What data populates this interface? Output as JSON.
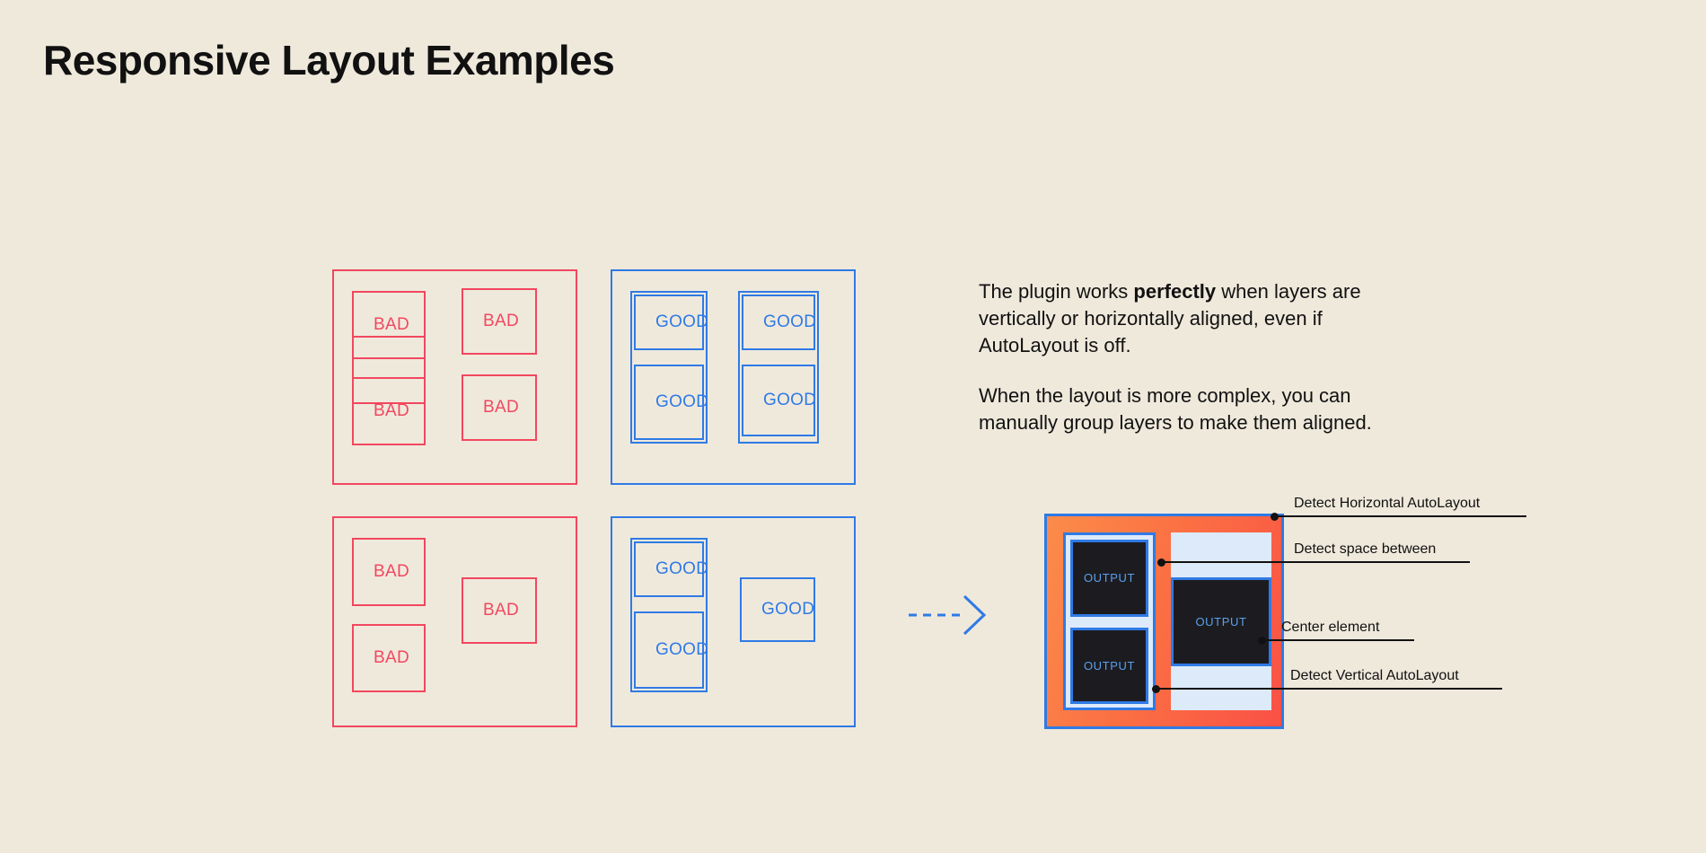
{
  "page": {
    "title": "Responsive Layout Examples",
    "background_color": "#efe9dc",
    "accent_bad_color": "#f2475f",
    "accent_good_color": "#2f7ae5",
    "text_color": "#111111"
  },
  "examples": {
    "bad_label": "BAD",
    "good_label": "GOOD",
    "cards": [
      {
        "id": "bad-grid",
        "kind": "bad",
        "labels": [
          "BAD",
          "BAD",
          "BAD",
          "BAD"
        ]
      },
      {
        "id": "good-grid",
        "kind": "good",
        "labels": [
          "GOOD",
          "GOOD",
          "GOOD",
          "GOOD"
        ]
      },
      {
        "id": "bad-complex",
        "kind": "bad",
        "labels": [
          "BAD",
          "BAD",
          "BAD"
        ]
      },
      {
        "id": "good-complex",
        "kind": "good",
        "labels": [
          "GOOD",
          "GOOD",
          "GOOD"
        ]
      }
    ]
  },
  "copy": {
    "paragraph1_part1": "The plugin works ",
    "paragraph1_bold": "perfectly",
    "paragraph1_part2": " when layers are vertically or horizontally aligned, even if AutoLayout is off.",
    "paragraph2": "When the layout is more complex, you can manually group layers to make them aligned."
  },
  "arrow": {
    "icon": "dashed-arrow-right-icon",
    "color": "#2f7ae5"
  },
  "mockup": {
    "output_label": "OUTPUT",
    "outer_border_color": "#2f7ae5",
    "gradient_from": "#fb8c4a",
    "gradient_to": "#fa5146",
    "panel_color": "#dceaf9",
    "output_box_color": "#1c1c20",
    "output_text_color": "#5aa0f0",
    "boxes": [
      {
        "id": "left-output-top",
        "label": "OUTPUT"
      },
      {
        "id": "left-output-bottom",
        "label": "OUTPUT"
      },
      {
        "id": "right-output-center",
        "label": "OUTPUT"
      }
    ]
  },
  "annotations": [
    {
      "id": "detect-horizontal-autolayout",
      "label": "Detect Horizontal AutoLayout"
    },
    {
      "id": "detect-space-between",
      "label": "Detect space between"
    },
    {
      "id": "center-element",
      "label": "Center element"
    },
    {
      "id": "detect-vertical-autolayout",
      "label": "Detect Vertical AutoLayout"
    }
  ]
}
